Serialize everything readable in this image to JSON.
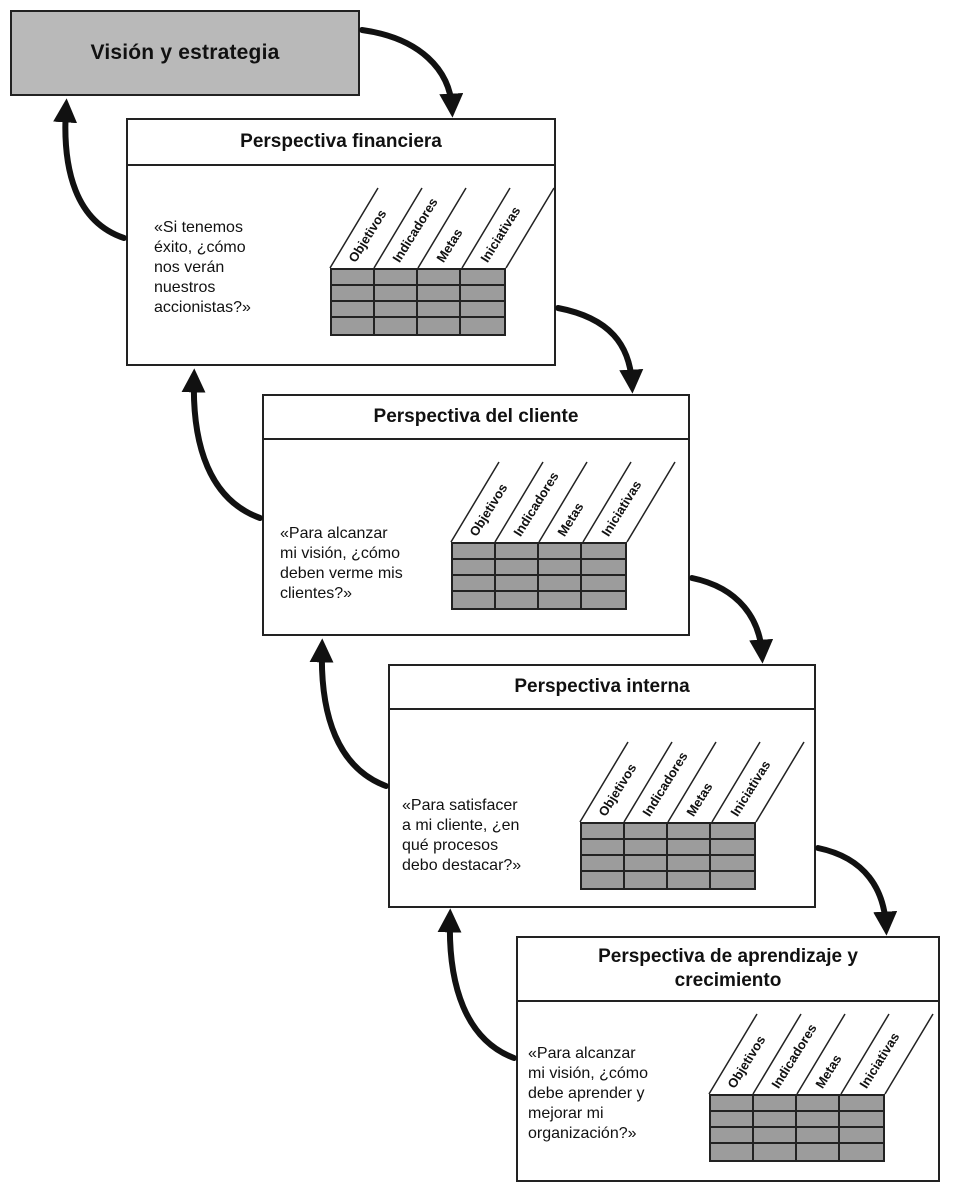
{
  "vision": {
    "label": "Visión y estrategia"
  },
  "columns": [
    "Objetivos",
    "Indicadores",
    "Metas",
    "Iniciativas"
  ],
  "perspectives": [
    {
      "title": "Perspectiva financiera",
      "question": "«Si tenemos\néxito, ¿cómo\nnos verán\nnuestros\naccionistas?»"
    },
    {
      "title": "Perspectiva del cliente",
      "question": "«Para alcanzar\nmi visión, ¿cómo\ndeben verme mis\nclientes?»"
    },
    {
      "title": "Perspectiva interna",
      "question": "«Para satisfacer\na mi cliente, ¿en\nqué procesos\ndebo destacar?»"
    },
    {
      "title": "Perspectiva de aprendizaje y crecimiento",
      "question": "«Para alcanzar\nmi visión, ¿cómo\ndebe aprender y\nmejorar mi\norganización?»"
    }
  ]
}
